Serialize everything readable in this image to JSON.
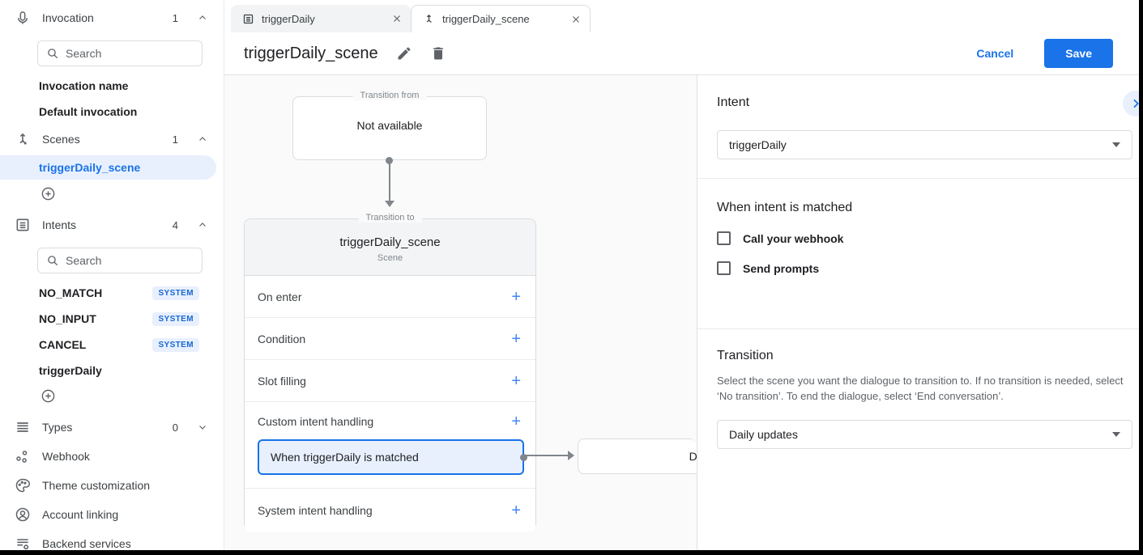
{
  "icons": {
    "add": "+",
    "close": "×"
  },
  "colors": {
    "accent": "#1a73e8",
    "selected_bg": "#e8f0fe",
    "badge_text": "#1967d2",
    "canvas_bg": "#fafafa",
    "connector": "#80868b"
  },
  "sidebar": {
    "invocation": {
      "label": "Invocation",
      "count": "1",
      "search_placeholder": "Search",
      "items": [
        {
          "label": "Invocation name"
        },
        {
          "label": "Default invocation"
        }
      ]
    },
    "scenes": {
      "label": "Scenes",
      "count": "1",
      "items": [
        {
          "label": "triggerDaily_scene",
          "selected": true
        }
      ]
    },
    "intents": {
      "label": "Intents",
      "count": "4",
      "search_placeholder": "Search",
      "items": [
        {
          "label": "NO_MATCH",
          "badge": "SYSTEM"
        },
        {
          "label": "NO_INPUT",
          "badge": "SYSTEM"
        },
        {
          "label": "CANCEL",
          "badge": "SYSTEM"
        },
        {
          "label": "triggerDaily"
        }
      ]
    },
    "types": {
      "label": "Types",
      "count": "0"
    },
    "links": [
      {
        "label": "Webhook"
      },
      {
        "label": "Theme customization"
      },
      {
        "label": "Account linking"
      },
      {
        "label": "Backend services"
      }
    ]
  },
  "tabs": [
    {
      "label": "triggerDaily",
      "active": false
    },
    {
      "label": "triggerDaily_scene",
      "active": true
    }
  ],
  "header": {
    "title": "triggerDaily_scene",
    "cancel_label": "Cancel",
    "save_label": "Save"
  },
  "canvas": {
    "transition_from": {
      "legend": "Transition from",
      "content": "Not available"
    },
    "scene_card": {
      "legend": "Transition to",
      "title": "triggerDaily_scene",
      "subtitle": "Scene",
      "rows": [
        {
          "label": "On enter"
        },
        {
          "label": "Condition"
        },
        {
          "label": "Slot filling"
        },
        {
          "label": "Custom intent handling",
          "child": "When triggerDaily is matched"
        },
        {
          "label": "System intent handling"
        }
      ]
    },
    "transition_target": {
      "legend": "Transition to",
      "content": "Daily updates"
    }
  },
  "panel": {
    "intent_heading": "Intent",
    "intent_value": "triggerDaily",
    "matched_heading": "When intent is matched",
    "checkboxes": [
      {
        "label": "Call your webhook",
        "checked": false
      },
      {
        "label": "Send prompts",
        "checked": false
      }
    ],
    "transition_heading": "Transition",
    "transition_description": "Select the scene you want the dialogue to transition to. If no transition is needed, select ‘No transition’. To end the dialogue, select ‘End conversation’.",
    "transition_value": "Daily updates"
  }
}
